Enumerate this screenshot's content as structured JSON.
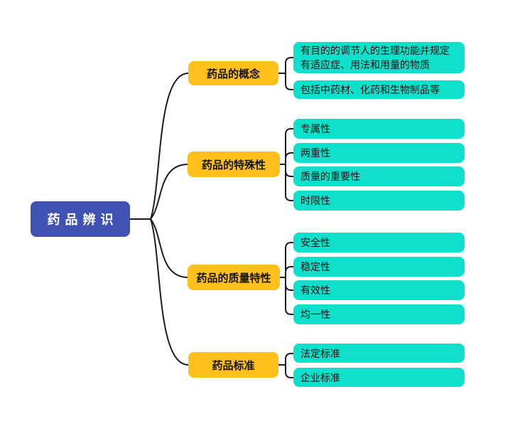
{
  "colors": {
    "root_bg": "#4052B4",
    "root_text": "#FFFFFF",
    "branch_bg": "#FFC01E",
    "child_bg": "#0EE0CB",
    "node_text": "#141414",
    "connector": "#1C1C1C",
    "background": "#FFFFFF"
  },
  "root": {
    "label": "药品辨识"
  },
  "branches": [
    {
      "label": "药品的概念",
      "children": [
        "有目的的调节人的生理功能并规定有适应症、用法和用量的物质",
        "包括中药材、化药和生物制品等"
      ]
    },
    {
      "label": "药品的特殊性",
      "children": [
        "专属性",
        "两重性",
        "质量的重要性",
        "时限性"
      ]
    },
    {
      "label": "药品的质量特性",
      "children": [
        "安全性",
        "稳定性",
        "有效性",
        "均一性"
      ]
    },
    {
      "label": "药品标准",
      "children": [
        "法定标准",
        "企业标准"
      ]
    }
  ]
}
